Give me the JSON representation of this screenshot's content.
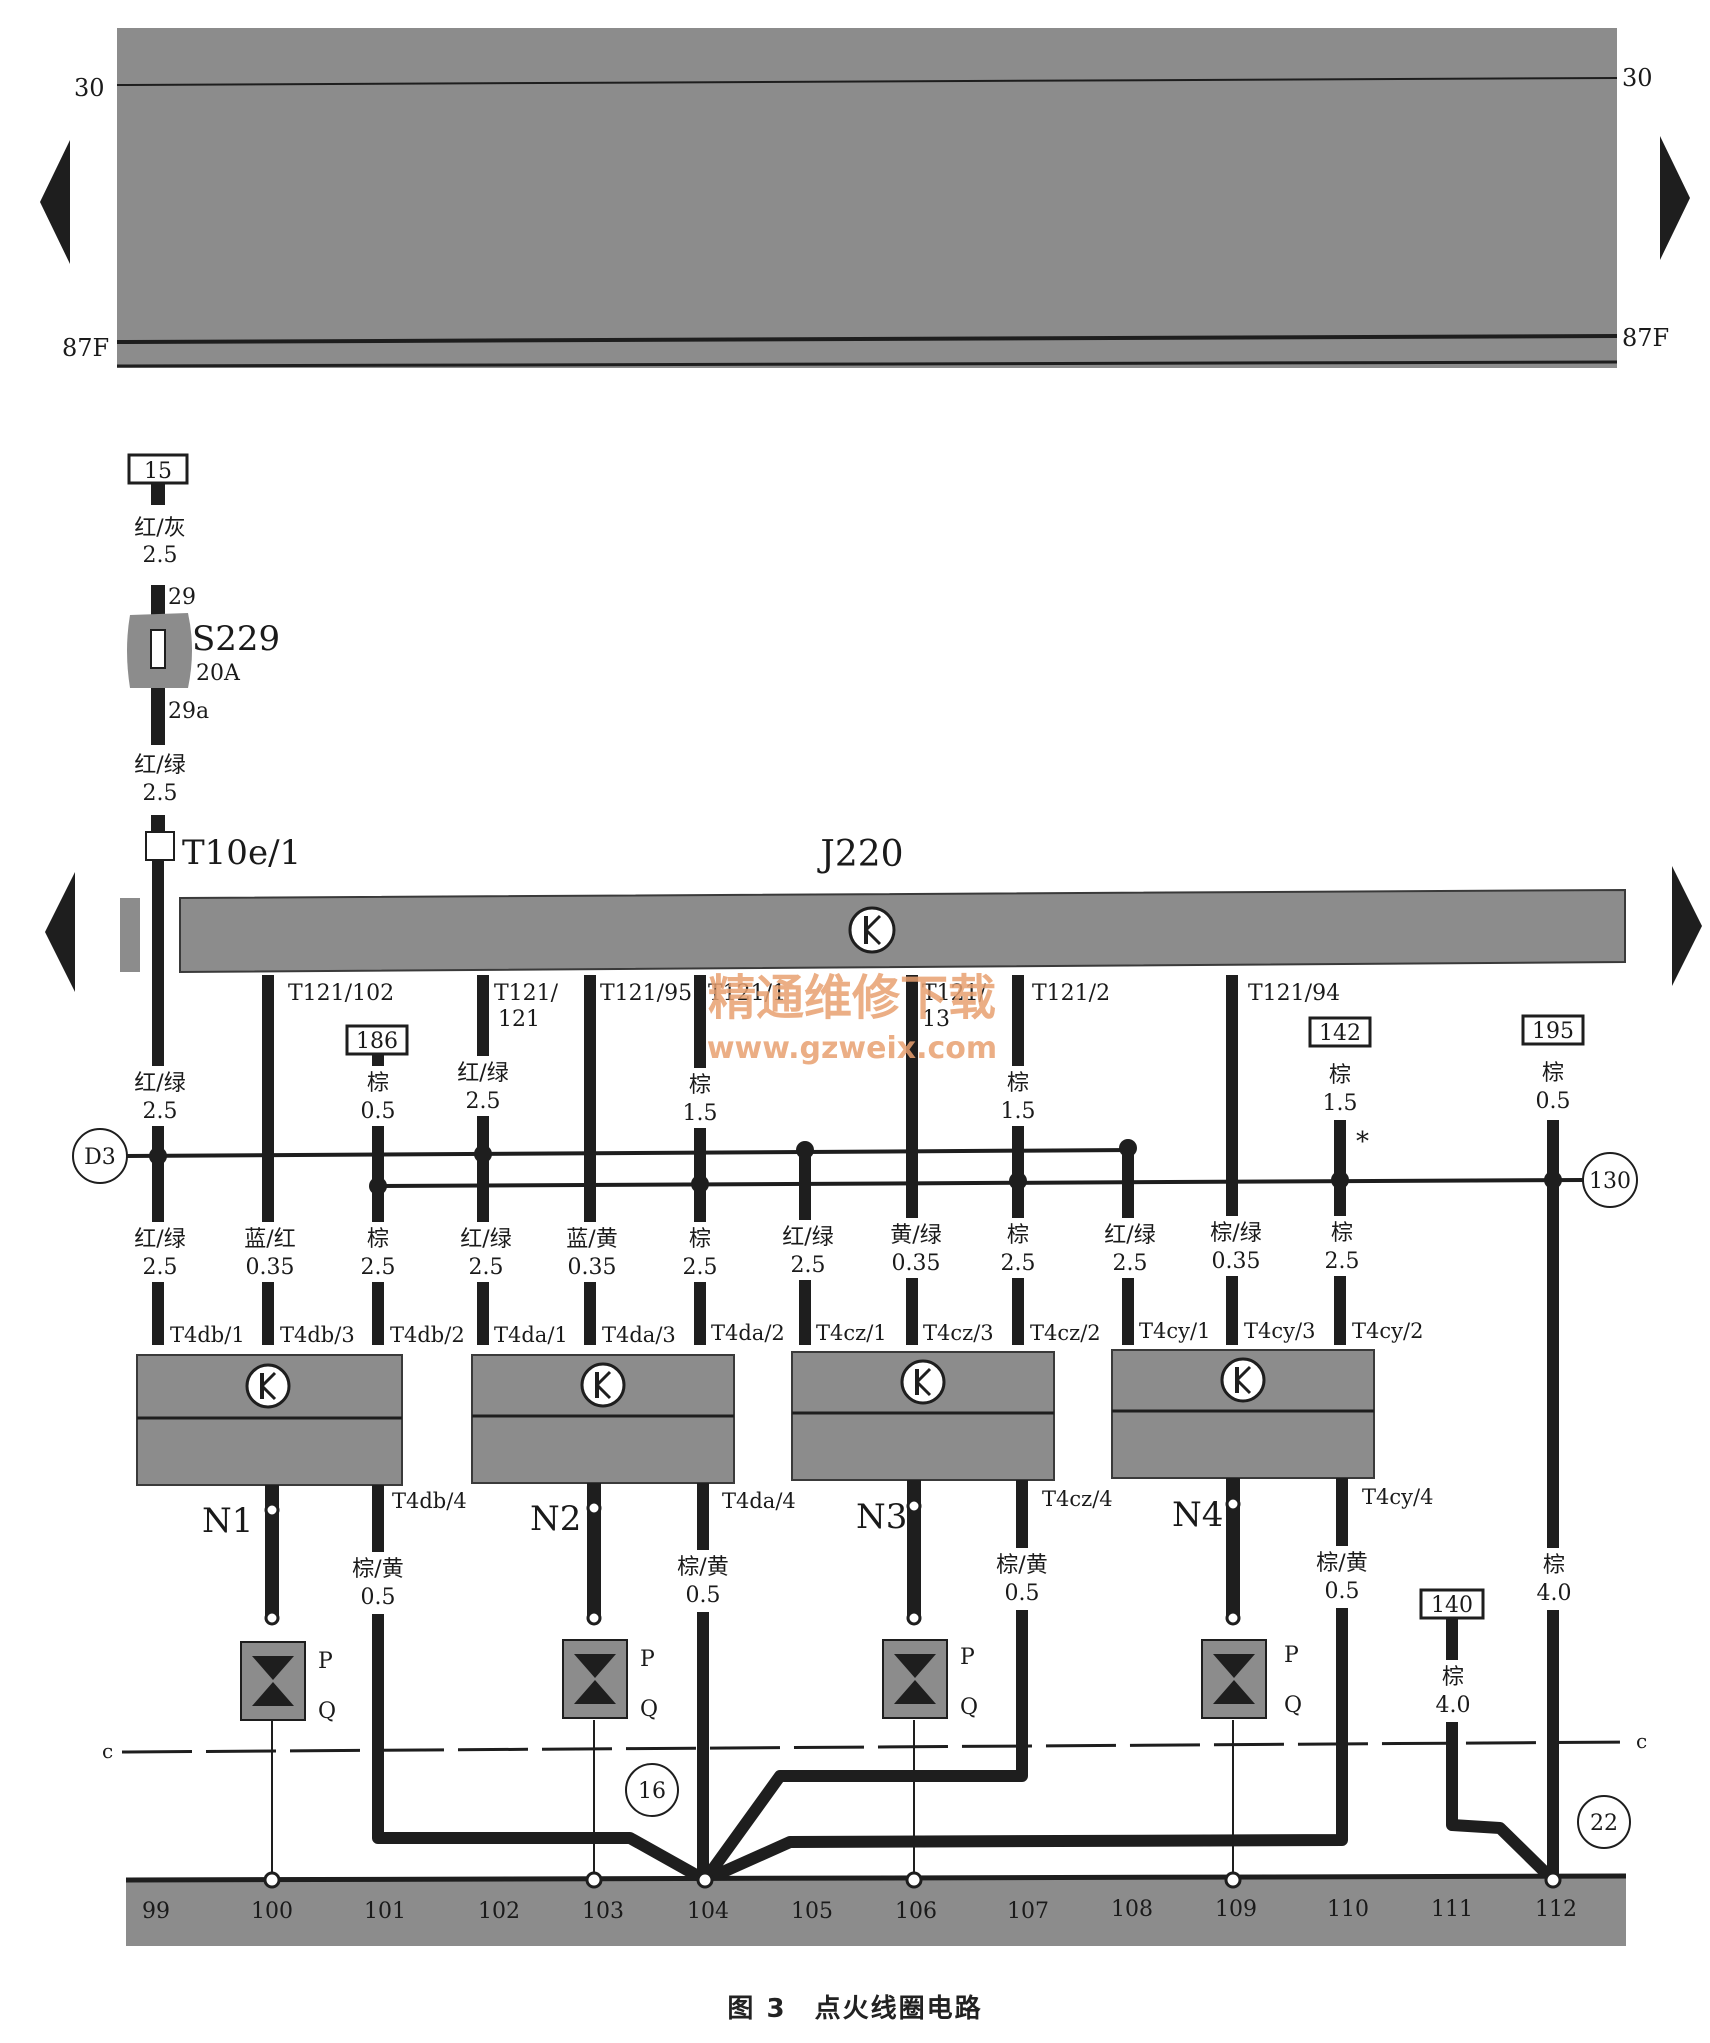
{
  "colors": {
    "panel": "#8c8c8c",
    "wire": "#1e1e1e",
    "ink": "#1a1a1a",
    "watermark": "#e8a070",
    "background": "#ffffff"
  },
  "icons": {
    "page_arrow": "triangle-arrow-icon",
    "ecu": "transistor-symbol-icon",
    "spark_plug": "bowtie-sparkplug-icon"
  },
  "top_bar": {
    "left_top": "30",
    "right_top": "30",
    "left_bottom": "87F",
    "right_bottom": "87F"
  },
  "supply": {
    "terminal": "15",
    "wire1_color": "红/灰",
    "wire1_size": "2.5",
    "pin_in": "29",
    "fuse": "S229",
    "fuse_rating": "20A",
    "pin_out": "29a",
    "wire2_color": "红/绿",
    "wire2_size": "2.5",
    "connector": "T10e/1"
  },
  "ecu": {
    "name": "J220",
    "pins": [
      "T121/102",
      "T121/",
      "121",
      "T121/95",
      "T121/1",
      "T121/",
      "13",
      "T121/2",
      "T121/94"
    ]
  },
  "refs": {
    "r186": "186",
    "r142": "142",
    "r195": "195",
    "r140": "140",
    "d3": "D3",
    "n130": "130",
    "n16": "16",
    "n22": "22"
  },
  "upper_wires": [
    {
      "color": "红/绿",
      "size": "2.5"
    },
    {
      "color": "棕",
      "size": "0.5"
    },
    {
      "color": "红/绿",
      "size": "2.5"
    },
    {
      "color": "棕",
      "size": "1.5"
    },
    {
      "color": "棕",
      "size": "1.5"
    },
    {
      "color": "棕",
      "size": "1.5"
    },
    {
      "color": "棕",
      "size": "0.5"
    }
  ],
  "asterisk": "*",
  "mid_wires": [
    {
      "color": "红/绿",
      "size": "2.5"
    },
    {
      "color": "蓝/红",
      "size": "0.35"
    },
    {
      "color": "棕",
      "size": "2.5"
    },
    {
      "color": "红/绿",
      "size": "2.5"
    },
    {
      "color": "蓝/黄",
      "size": "0.35"
    },
    {
      "color": "棕",
      "size": "2.5"
    },
    {
      "color": "红/绿",
      "size": "2.5"
    },
    {
      "color": "黄/绿",
      "size": "0.35"
    },
    {
      "color": "棕",
      "size": "2.5"
    },
    {
      "color": "红/绿",
      "size": "2.5"
    },
    {
      "color": "棕/绿",
      "size": "0.35"
    },
    {
      "color": "棕",
      "size": "2.5"
    }
  ],
  "coil_pins": [
    "T4db/1",
    "T4db/3",
    "T4db/2",
    "T4da/1",
    "T4da/3",
    "T4da/2",
    "T4cz/1",
    "T4cz/3",
    "T4cz/2",
    "T4cy/1",
    "T4cy/3",
    "T4cy/2"
  ],
  "coils": [
    {
      "name": "N1",
      "pin4": "T4db/4",
      "wire_color": "棕/黄",
      "wire_size": "0.5"
    },
    {
      "name": "N2",
      "pin4": "T4da/4",
      "wire_color": "棕/黄",
      "wire_size": "0.5"
    },
    {
      "name": "N3",
      "pin4": "T4cz/4",
      "wire_color": "棕/黄",
      "wire_size": "0.5"
    },
    {
      "name": "N4",
      "pin4": "T4cy/4",
      "wire_color": "棕/黄",
      "wire_size": "0.5"
    }
  ],
  "plug_labels": [
    "P",
    "Q"
  ],
  "line_c": "c",
  "right_wires": [
    {
      "color": "棕",
      "size": "4.0"
    },
    {
      "color": "棕",
      "size": "4.0"
    }
  ],
  "bottom_numbers": [
    "99",
    "100",
    "101",
    "102",
    "103",
    "104",
    "105",
    "106",
    "107",
    "108",
    "109",
    "110",
    "111",
    "112"
  ],
  "watermark": {
    "line1": "精通维修下载",
    "line2": "www.gzweix.com"
  },
  "caption": "图 3　点火线圈电路"
}
